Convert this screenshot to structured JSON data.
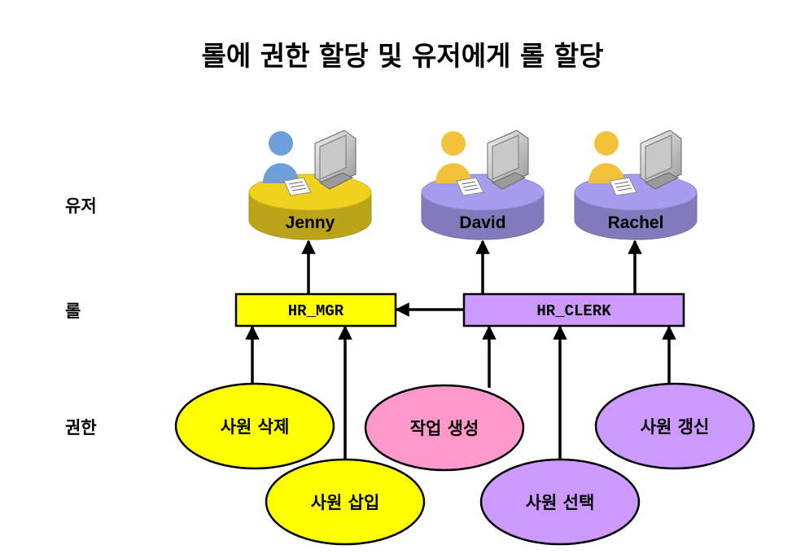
{
  "title": "롤에 권한 할당 및 유저에게 롤 할당",
  "row_labels": {
    "users": "유저",
    "roles": "롤",
    "privileges": "권한"
  },
  "users": [
    {
      "name": "Jenny",
      "disc_color": "#f0d21e",
      "person_color": "#6f9fd8"
    },
    {
      "name": "David",
      "disc_color": "#a69cf0",
      "person_color": "#f2c23c"
    },
    {
      "name": "Rachel",
      "disc_color": "#a69cf0",
      "person_color": "#f2c23c"
    }
  ],
  "roles": [
    {
      "name": "HR_MGR",
      "color": "#ffff00"
    },
    {
      "name": "HR_CLERK",
      "color": "#cc99ff"
    }
  ],
  "privileges": [
    {
      "label": "사원 삭제",
      "color": "#ffff00"
    },
    {
      "label": "사원 삽입",
      "color": "#ffff00"
    },
    {
      "label": "작업 생성",
      "color": "#ff99cc"
    },
    {
      "label": "사원 선택",
      "color": "#cc99ff"
    },
    {
      "label": "사원 갱신",
      "color": "#cc99ff"
    }
  ]
}
